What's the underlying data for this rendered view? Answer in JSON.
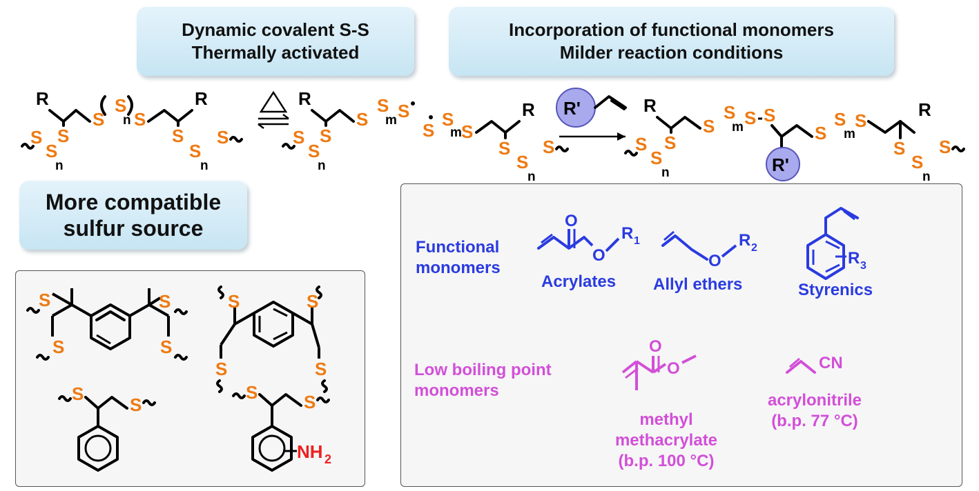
{
  "callouts": {
    "dynamic": {
      "line1": "Dynamic covalent S-S",
      "line2": "Thermally activated"
    },
    "incorporation": {
      "line1": "Incorporation of functional monomers",
      "line2": "Milder reaction conditions"
    },
    "sulfur": {
      "line1": "More compatible",
      "line2": "sulfur source"
    }
  },
  "atoms": {
    "R": "R",
    "Rprime": "R'",
    "S": "S",
    "n": "n",
    "m": "m",
    "O": "O",
    "NH2": "NH",
    "two": "2",
    "CN": "CN",
    "R1": "R",
    "R2": "R",
    "R3": "R",
    "sub1": "1",
    "sub2": "2",
    "sub3": "3"
  },
  "functional": {
    "heading1": "Functional",
    "heading2": "monomers",
    "acrylates": "Acrylates",
    "allyl": "Allyl ethers",
    "styrenics": "Styrenics"
  },
  "lowbp": {
    "heading1": "Low boiling point",
    "heading2": "monomers",
    "mma1": "methyl",
    "mma2": "methacrylate",
    "mma3": "(b.p. 100 °C)",
    "acn1": "acrylonitrile",
    "acn2": "(b.p. 77 °C)"
  },
  "colors": {
    "sulfur": "#ee7a12",
    "functional": "#2a3be0",
    "lowbp": "#d24fd8",
    "amine": "#ee2020",
    "callout": "#cfe9f6"
  }
}
